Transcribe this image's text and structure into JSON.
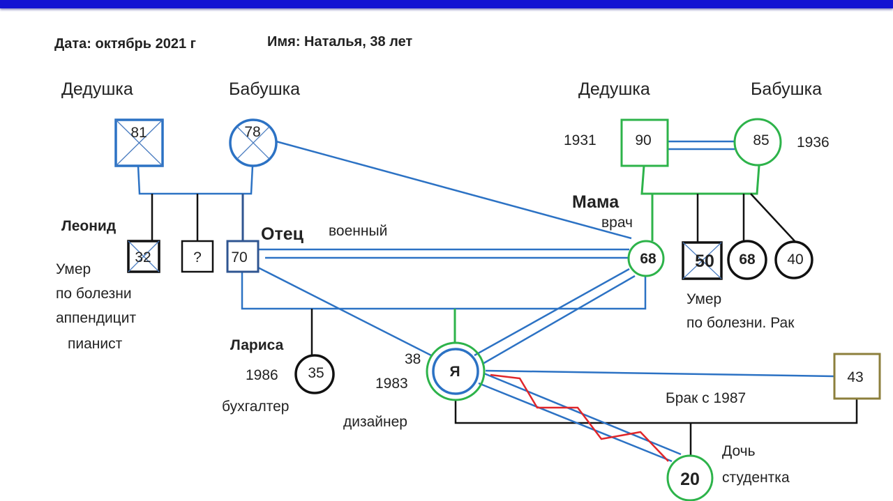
{
  "header": {
    "date": "Дата: октябрь 2021 г",
    "name": "Имя:  Наталья, 38 лет"
  },
  "paternal": {
    "grandfather": {
      "label": "Дедушка",
      "age": "81"
    },
    "grandmother": {
      "label": "Бабушка",
      "age": "78"
    },
    "leonid": {
      "name": "Леонид",
      "age": "32",
      "note1": "Умер",
      "note2": "по болезни",
      "note3": "аппендицит",
      "note4": "пианист"
    },
    "unknown": {
      "age": "?"
    },
    "father": {
      "name": "Отец",
      "age": "70",
      "job": "военный"
    }
  },
  "maternal": {
    "grandfather": {
      "label": "Дедушка",
      "age": "90",
      "year": "1931"
    },
    "grandmother": {
      "label": "Бабушка",
      "age": "85",
      "year": "1936"
    },
    "mother": {
      "name": "Мама",
      "age": "68",
      "job": "врач"
    },
    "uncle": {
      "age": "50",
      "note1": "Умер",
      "note2": "по болезни. Рак"
    },
    "aunt1": {
      "age": "68"
    },
    "aunt2": {
      "age": "40"
    }
  },
  "sister": {
    "name": "Лариса",
    "year": "1986",
    "age": "35",
    "job": "бухгалтер"
  },
  "me": {
    "label": "Я",
    "age": "38",
    "year": "1983",
    "job": "дизайнер"
  },
  "husband": {
    "age": "43",
    "marriage": "Брак с 1987"
  },
  "daughter": {
    "age": "20",
    "name": "Дочь",
    "job": "студентка"
  },
  "colors": {
    "header_bar": "#1414d2",
    "paternal": "#2c72c4",
    "maternal": "#2db34a",
    "conflict": "#e0262a",
    "husband": "#8c7f3c"
  }
}
